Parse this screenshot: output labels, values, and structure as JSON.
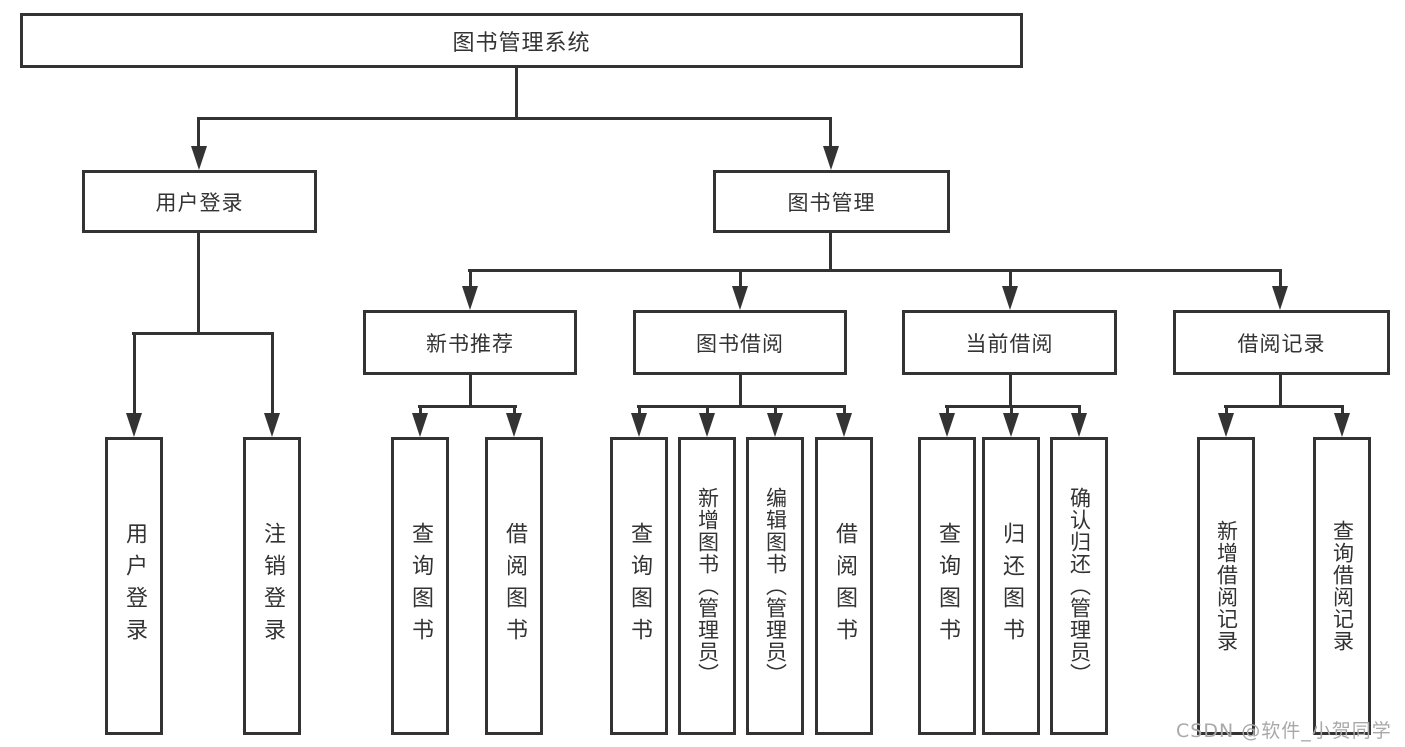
{
  "diagram": {
    "title_node": {
      "label": "图书管理系统"
    },
    "level2": {
      "user_login": {
        "label": "用户登录"
      },
      "book_management": {
        "label": "图书管理"
      }
    },
    "level3": {
      "new_book_recommend": {
        "label": "新书推荐"
      },
      "book_borrow": {
        "label": "图书借阅"
      },
      "current_borrow": {
        "label": "当前借阅"
      },
      "borrow_records": {
        "label": "借阅记录"
      }
    },
    "leaves": {
      "user_login": [
        "用户登录",
        "注销登录"
      ],
      "new_book_recommend": [
        "查询图书",
        "借阅图书"
      ],
      "book_borrow": [
        "查询图书",
        "新增图书（管理员）",
        "编辑图书（管理员）",
        "借阅图书"
      ],
      "current_borrow": [
        "查询图书",
        "归还图书",
        "确认归还（管理员）"
      ],
      "borrow_records": [
        "新增借阅记录",
        "查询借阅记录"
      ]
    },
    "colors": {
      "line": "#333333",
      "text": "#333333",
      "background": "#ffffff",
      "watermark": "#a9a9a9"
    }
  },
  "watermark": {
    "text": "CSDN @软件_小贺同学"
  }
}
